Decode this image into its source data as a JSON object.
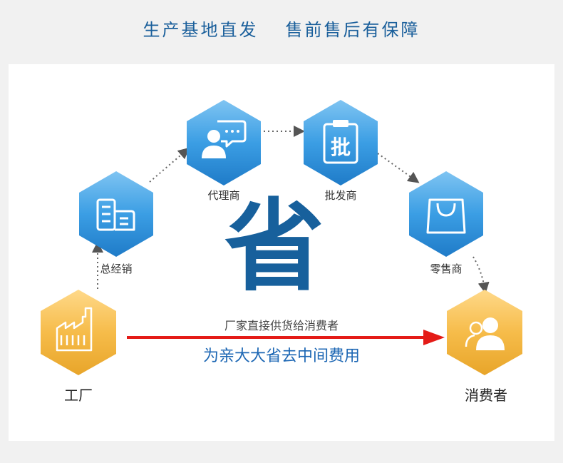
{
  "header": {
    "title_left": "生产基地直发",
    "title_right": "售前售后有保障"
  },
  "nodes": {
    "factory": {
      "label": "工厂",
      "icon": "factory-icon"
    },
    "general_distributor": {
      "label": "总经销",
      "icon": "building-icon"
    },
    "agent": {
      "label": "代理商",
      "icon": "user-chat-icon"
    },
    "wholesaler": {
      "label": "批发商",
      "icon": "clipboard-icon"
    },
    "retailer": {
      "label": "零售商",
      "icon": "shopping-bag-icon"
    },
    "consumer": {
      "label": "消费者",
      "icon": "users-icon"
    }
  },
  "center": {
    "big_char": "省",
    "direct_text": "厂家直接供货给消费者",
    "save_text": "为亲大大省去中间费用"
  },
  "colors": {
    "blue_hex": "#2e8fd6",
    "gold_hex": "#f1b43c",
    "arrow_red": "#e41b17",
    "title_blue": "#1a5f9b"
  }
}
